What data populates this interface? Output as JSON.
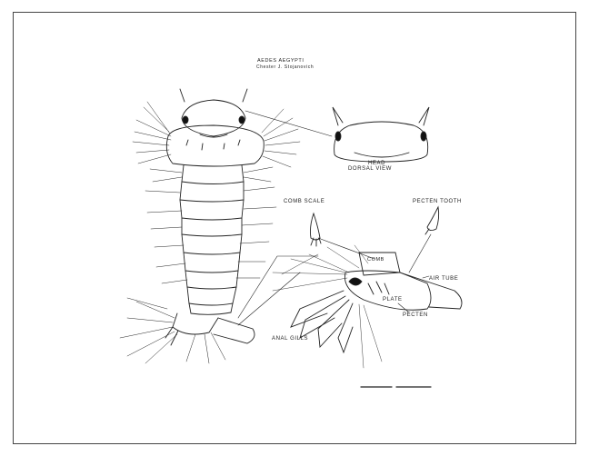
{
  "figure": {
    "title": "AEDES AEGYPTI",
    "credit": "Chester J. Stojanovich",
    "labels": {
      "head": "HEAD",
      "dorsal_view": "DORSAL VIEW",
      "comb_scale": "COMB SCALE",
      "pecten_tooth": "PECTEN TOOTH",
      "comb": "COMB",
      "air_tube": "AIR TUBE",
      "plate": "PLATE",
      "pecten": "PECTEN",
      "anal_gills": "ANAL GILLS"
    }
  }
}
